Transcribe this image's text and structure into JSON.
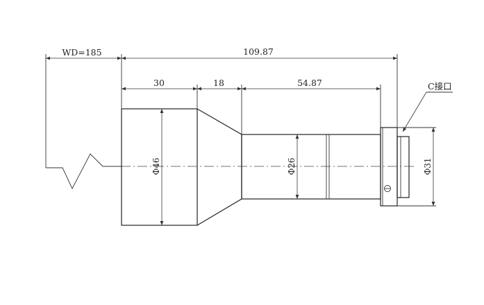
{
  "dimensions": {
    "working_distance": "WD=185",
    "total_length": "109.87",
    "front_section_length": "30",
    "taper_length": "18",
    "rear_barrel_length": "54.87",
    "front_diameter": "Φ46",
    "barrel_diameter": "Φ26",
    "mount_diameter": "Φ31"
  },
  "callouts": {
    "mount_type": "C接口"
  }
}
